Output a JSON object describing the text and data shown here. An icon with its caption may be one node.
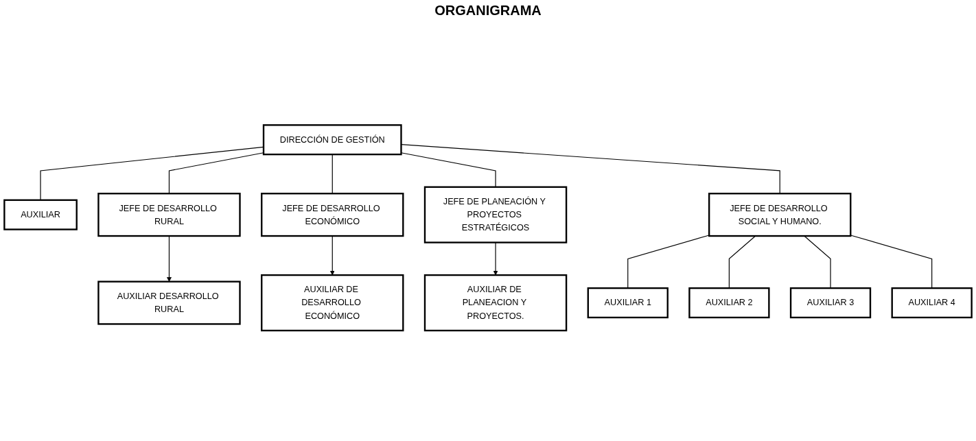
{
  "diagram": {
    "title": "ORGANIGRAMA",
    "nodes": [
      {
        "text": [
          "DIRECCIÓN DE GESTIÓN"
        ]
      },
      {
        "text": [
          "AUXILIAR"
        ]
      },
      {
        "text": [
          "JEFE DE DESARROLLO RURAL"
        ]
      },
      {
        "text": [
          "JEFE DE DESARROLLO ECONÓMICO"
        ]
      },
      {
        "text": [
          "JEFE DE PLANEACIÓN Y PROYECTOS ESTRATÉGICOS"
        ]
      },
      {
        "text": [
          "JEFE DE DESARROLLO SOCIAL Y HUMANO."
        ]
      },
      {
        "text": [
          "AUXILIAR DESARROLLO RURAL"
        ]
      },
      {
        "text": [
          "AUXILIAR DE DESARROLLO ECONÓMICO"
        ]
      },
      {
        "text": [
          "AUXILIAR DE PLANEACION Y PROYECTOS."
        ]
      },
      {
        "text": [
          "AUXILIAR 1"
        ]
      },
      {
        "text": [
          "AUXILIAR 2"
        ]
      },
      {
        "text": [
          "AUXILIAR 3"
        ]
      },
      {
        "text": [
          "AUXILIAR 4"
        ]
      }
    ],
    "edges": [
      {
        "from": 0,
        "to": 1,
        "arrow": "none"
      },
      {
        "from": 0,
        "to": 2,
        "arrow": "none"
      },
      {
        "from": 0,
        "to": 3,
        "arrow": "none"
      },
      {
        "from": 0,
        "to": 4,
        "arrow": "none"
      },
      {
        "from": 0,
        "to": 5,
        "arrow": "none"
      },
      {
        "from": 2,
        "to": 6,
        "arrow": "to"
      },
      {
        "from": 3,
        "to": 7,
        "arrow": "to"
      },
      {
        "from": 4,
        "to": 8,
        "arrow": "to"
      },
      {
        "from": 5,
        "to": 9,
        "arrow": "none"
      },
      {
        "from": 5,
        "to": 10,
        "arrow": "none"
      },
      {
        "from": 5,
        "to": 11,
        "arrow": "none"
      },
      {
        "from": 5,
        "to": 12,
        "arrow": "none"
      }
    ]
  }
}
